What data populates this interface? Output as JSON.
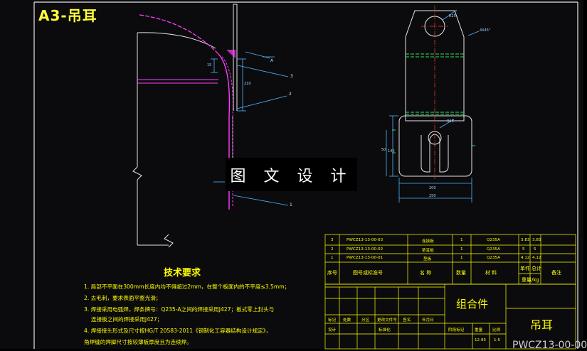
{
  "sheet": {
    "label": "A3-吊耳",
    "watermark": "图 文 设 计",
    "part_numbers": [
      "3",
      "2",
      "1"
    ],
    "view_mark": "A"
  },
  "dimensions": {
    "left_view": [
      "15",
      "210"
    ],
    "right_view": [
      "R15",
      "R25",
      "140",
      "50",
      "200",
      "250",
      "4X45°"
    ]
  },
  "tech_requirements": {
    "title": "技术要求",
    "items": [
      "1. 局部不平面在300mm长度内均不得超过2mm，在整个板面内的不平度≤3.5mm；",
      "2. 去毛刺，要求表面平整光滑；",
      "3. 焊接采用电弧焊，焊条牌号：Q235-A之间的焊接采用J427；板式零上封头与",
      "连接板之间的焊接采用J427；",
      "4. 焊接接头形式及尺寸按HG/T 20583-2011《钢制化工容器结构设计规定》，",
      "角焊缝的焊脚尺寸按较薄板厚度且为连续焊。"
    ]
  },
  "bom": {
    "rows": [
      {
        "no": "3",
        "code": "PWCZ13-13-00-03",
        "name": "连接板",
        "qty": "1",
        "material": "Q235A",
        "unit": "3.83",
        "total": "3.83"
      },
      {
        "no": "2",
        "code": "PWCZ13-13-00-02",
        "name": "垫耳板",
        "qty": "1",
        "material": "Q235A",
        "unit": "5",
        "total": "5"
      },
      {
        "no": "1",
        "code": "PWCZ13-13-00-01",
        "name": "垫板",
        "qty": "1",
        "material": "Q235A",
        "unit": "4.12",
        "total": "4.12"
      }
    ],
    "header": {
      "no": "序号",
      "code": "图号或标准号",
      "name": "名 称",
      "qty": "数量",
      "material": "材 料",
      "unit": "单件",
      "total": "总计",
      "weight": "重量/kg",
      "remark": "备注"
    }
  },
  "title_block": {
    "assembly": "组合件",
    "part_name": "吊耳",
    "drawing_no": "PWCZ13-00-00",
    "labels": [
      "标记",
      "处数",
      "分区",
      "更改文件号",
      "签名",
      "年月日",
      "设计",
      "标准化",
      "阶段标记",
      "重量",
      "比例"
    ],
    "weight": "12.95",
    "scale": "1:5"
  },
  "colors": {
    "title": "#ffff3a",
    "frame": "#e8e8e8",
    "contour": "#e6e6e6",
    "dimension": "#4fb4ff",
    "weld": "#ff3cff",
    "center_line": "#ff3b3b",
    "hidden_line": "#2ee05a",
    "text": "#ffff00"
  }
}
